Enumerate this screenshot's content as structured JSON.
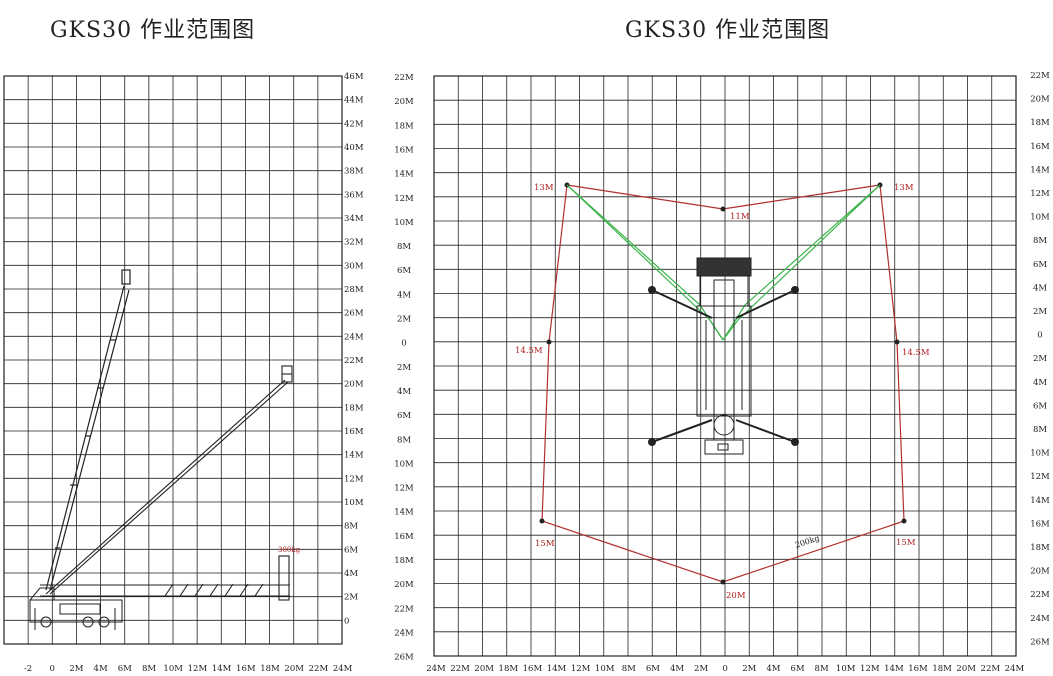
{
  "left_title": "GKS30 作业范围图",
  "right_title": "GKS30 作业范围图",
  "left_chart": {
    "y_ticks": [
      "46M",
      "44M",
      "42M",
      "40M",
      "38M",
      "36M",
      "34M",
      "32M",
      "30M",
      "28M",
      "26M",
      "24M",
      "22M",
      "20M",
      "18M",
      "16M",
      "14M",
      "12M",
      "10M",
      "8M",
      "6M",
      "4M",
      "2M",
      "0"
    ],
    "x_ticks": [
      "-2",
      "0",
      "2M",
      "4M",
      "6M",
      "8M",
      "10M",
      "12M",
      "14M",
      "16M",
      "18M",
      "20M",
      "22M",
      "24M"
    ],
    "load_label": "300kg"
  },
  "right_chart": {
    "y_ticks_left": [
      "22M",
      "20M",
      "18M",
      "16M",
      "14M",
      "12M",
      "10M",
      "8M",
      "6M",
      "4M",
      "2M",
      "0",
      "2M",
      "4M",
      "6M",
      "8M",
      "10M",
      "12M",
      "14M",
      "16M",
      "18M",
      "20M",
      "22M",
      "24M",
      "26M"
    ],
    "y_ticks_right": [
      "22M",
      "20M",
      "18M",
      "16M",
      "14M",
      "12M",
      "10M",
      "8M",
      "6M",
      "4M",
      "2M",
      "0",
      "2M",
      "4M",
      "6M",
      "8M",
      "10M",
      "12M",
      "14M",
      "16M",
      "18M",
      "20M",
      "22M",
      "24M",
      "26M"
    ],
    "x_ticks": [
      "24M",
      "22M",
      "20M",
      "18M",
      "16M",
      "14M",
      "12M",
      "10M",
      "8M",
      "6M",
      "4M",
      "2M",
      "0",
      "2M",
      "4M",
      "6M",
      "8M",
      "10M",
      "12M",
      "14M",
      "16M",
      "18M",
      "20M",
      "22M",
      "24M"
    ],
    "envelope_labels": [
      {
        "id": "top-left",
        "text": "13M"
      },
      {
        "id": "top-center",
        "text": "11M"
      },
      {
        "id": "top-right",
        "text": "13M"
      },
      {
        "id": "mid-left",
        "text": "14.5M"
      },
      {
        "id": "mid-right",
        "text": "14.5M"
      },
      {
        "id": "bottom-left",
        "text": "15M"
      },
      {
        "id": "bottom-right",
        "text": "15M"
      },
      {
        "id": "bottom-center",
        "text": "20M"
      }
    ],
    "load_label": "200kg"
  },
  "colors": {
    "grid": "#222222",
    "envelope": "#b03030",
    "reach": "#3cb44a",
    "label_red": "#b02020",
    "machine": "#222222"
  }
}
